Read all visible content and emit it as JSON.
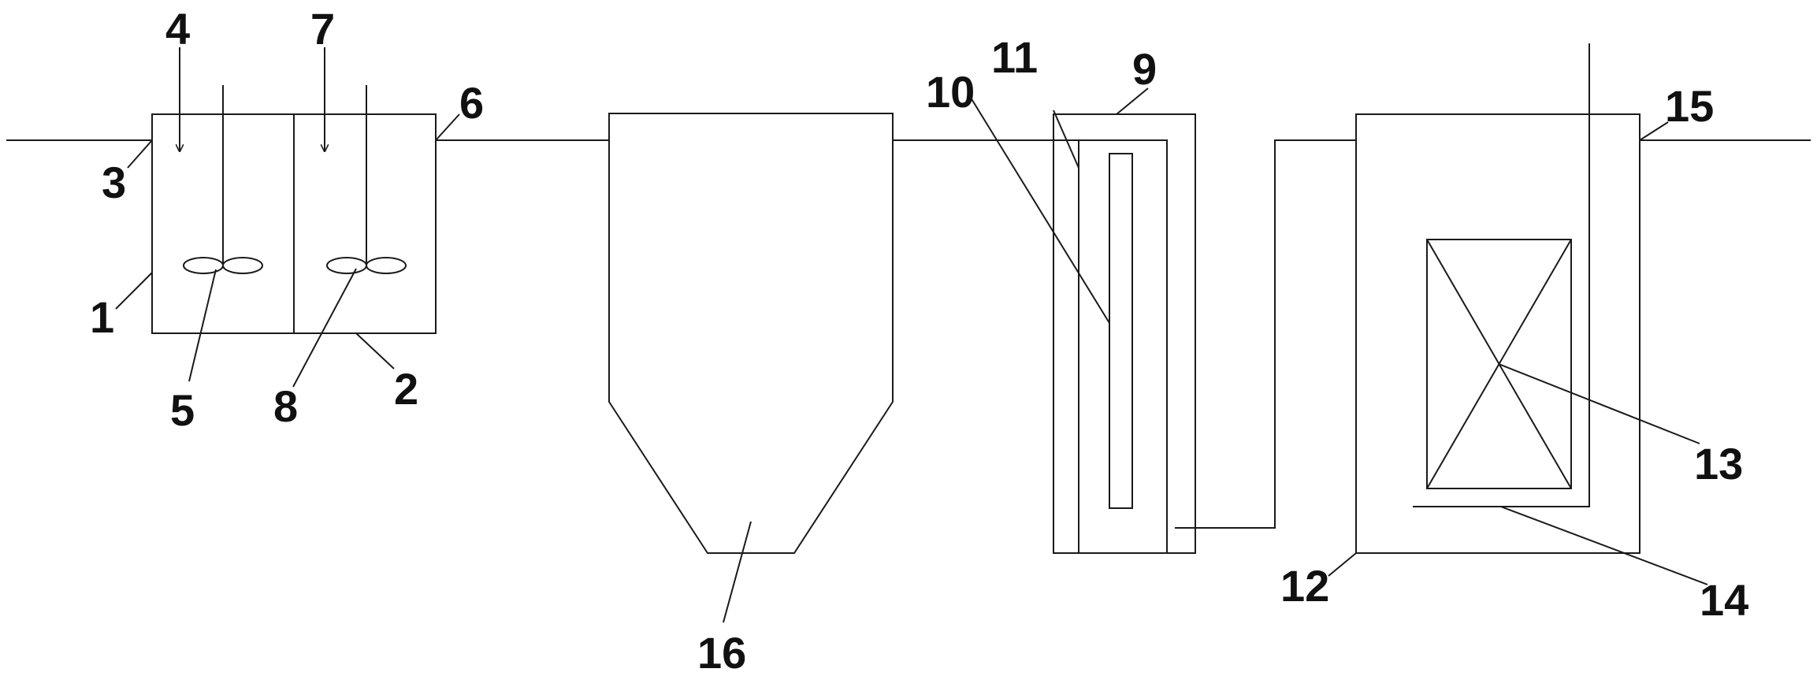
{
  "labels": {
    "l1": "1",
    "l2": "2",
    "l3": "3",
    "l4": "4",
    "l5": "5",
    "l6": "6",
    "l7": "7",
    "l8": "8",
    "l9": "9",
    "l10": "10",
    "l11": "11",
    "l12": "12",
    "l13": "13",
    "l14": "14",
    "l15": "15",
    "l16": "16"
  },
  "colors": {
    "stroke": "#1a1a1a",
    "text": "#111111",
    "background": "#ffffff"
  }
}
